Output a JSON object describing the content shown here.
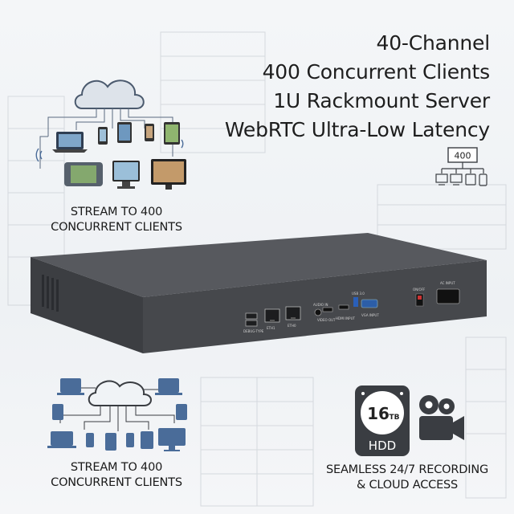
{
  "headline": {
    "line1": "40-Channel",
    "line2": "400 Concurrent Clients",
    "line3": "1U Rackmount Server",
    "line4": "WebRTC Ultra-Low Latency"
  },
  "client_badge": {
    "count": "400"
  },
  "features": {
    "top_left": {
      "line1": "STREAM TO 400",
      "line2": "CONCURRENT CLIENTS"
    },
    "bottom_left": {
      "line1": "STREAM TO 400",
      "line2": "CONCURRENT CLIENTS"
    },
    "bottom_right": {
      "line1": "SEAMLESS 24/7 RECORDING",
      "line2": "& CLOUD ACCESS"
    }
  },
  "hdd": {
    "capacity": "16",
    "unit": "TB",
    "label": "HDD"
  },
  "device_ports": {
    "usb": "DEBUG-TYPE",
    "eth1": "ETH1",
    "eth0": "ETH0",
    "audio": "AUDIO IN",
    "hdmi_out": "VIDEO OUT",
    "hdmi_in": "HDMI INPUT",
    "usb3": "USB 3.0",
    "vga": "VGA INPUT",
    "power_switch": "ON/OFF",
    "power_input": "AC INPUT"
  },
  "colors": {
    "chassis": "#4a4d52",
    "chassis_dark": "#2e3034",
    "icon_blue": "#4a6c99",
    "icon_gray": "#3a3d42",
    "text": "#1e1e1e"
  }
}
